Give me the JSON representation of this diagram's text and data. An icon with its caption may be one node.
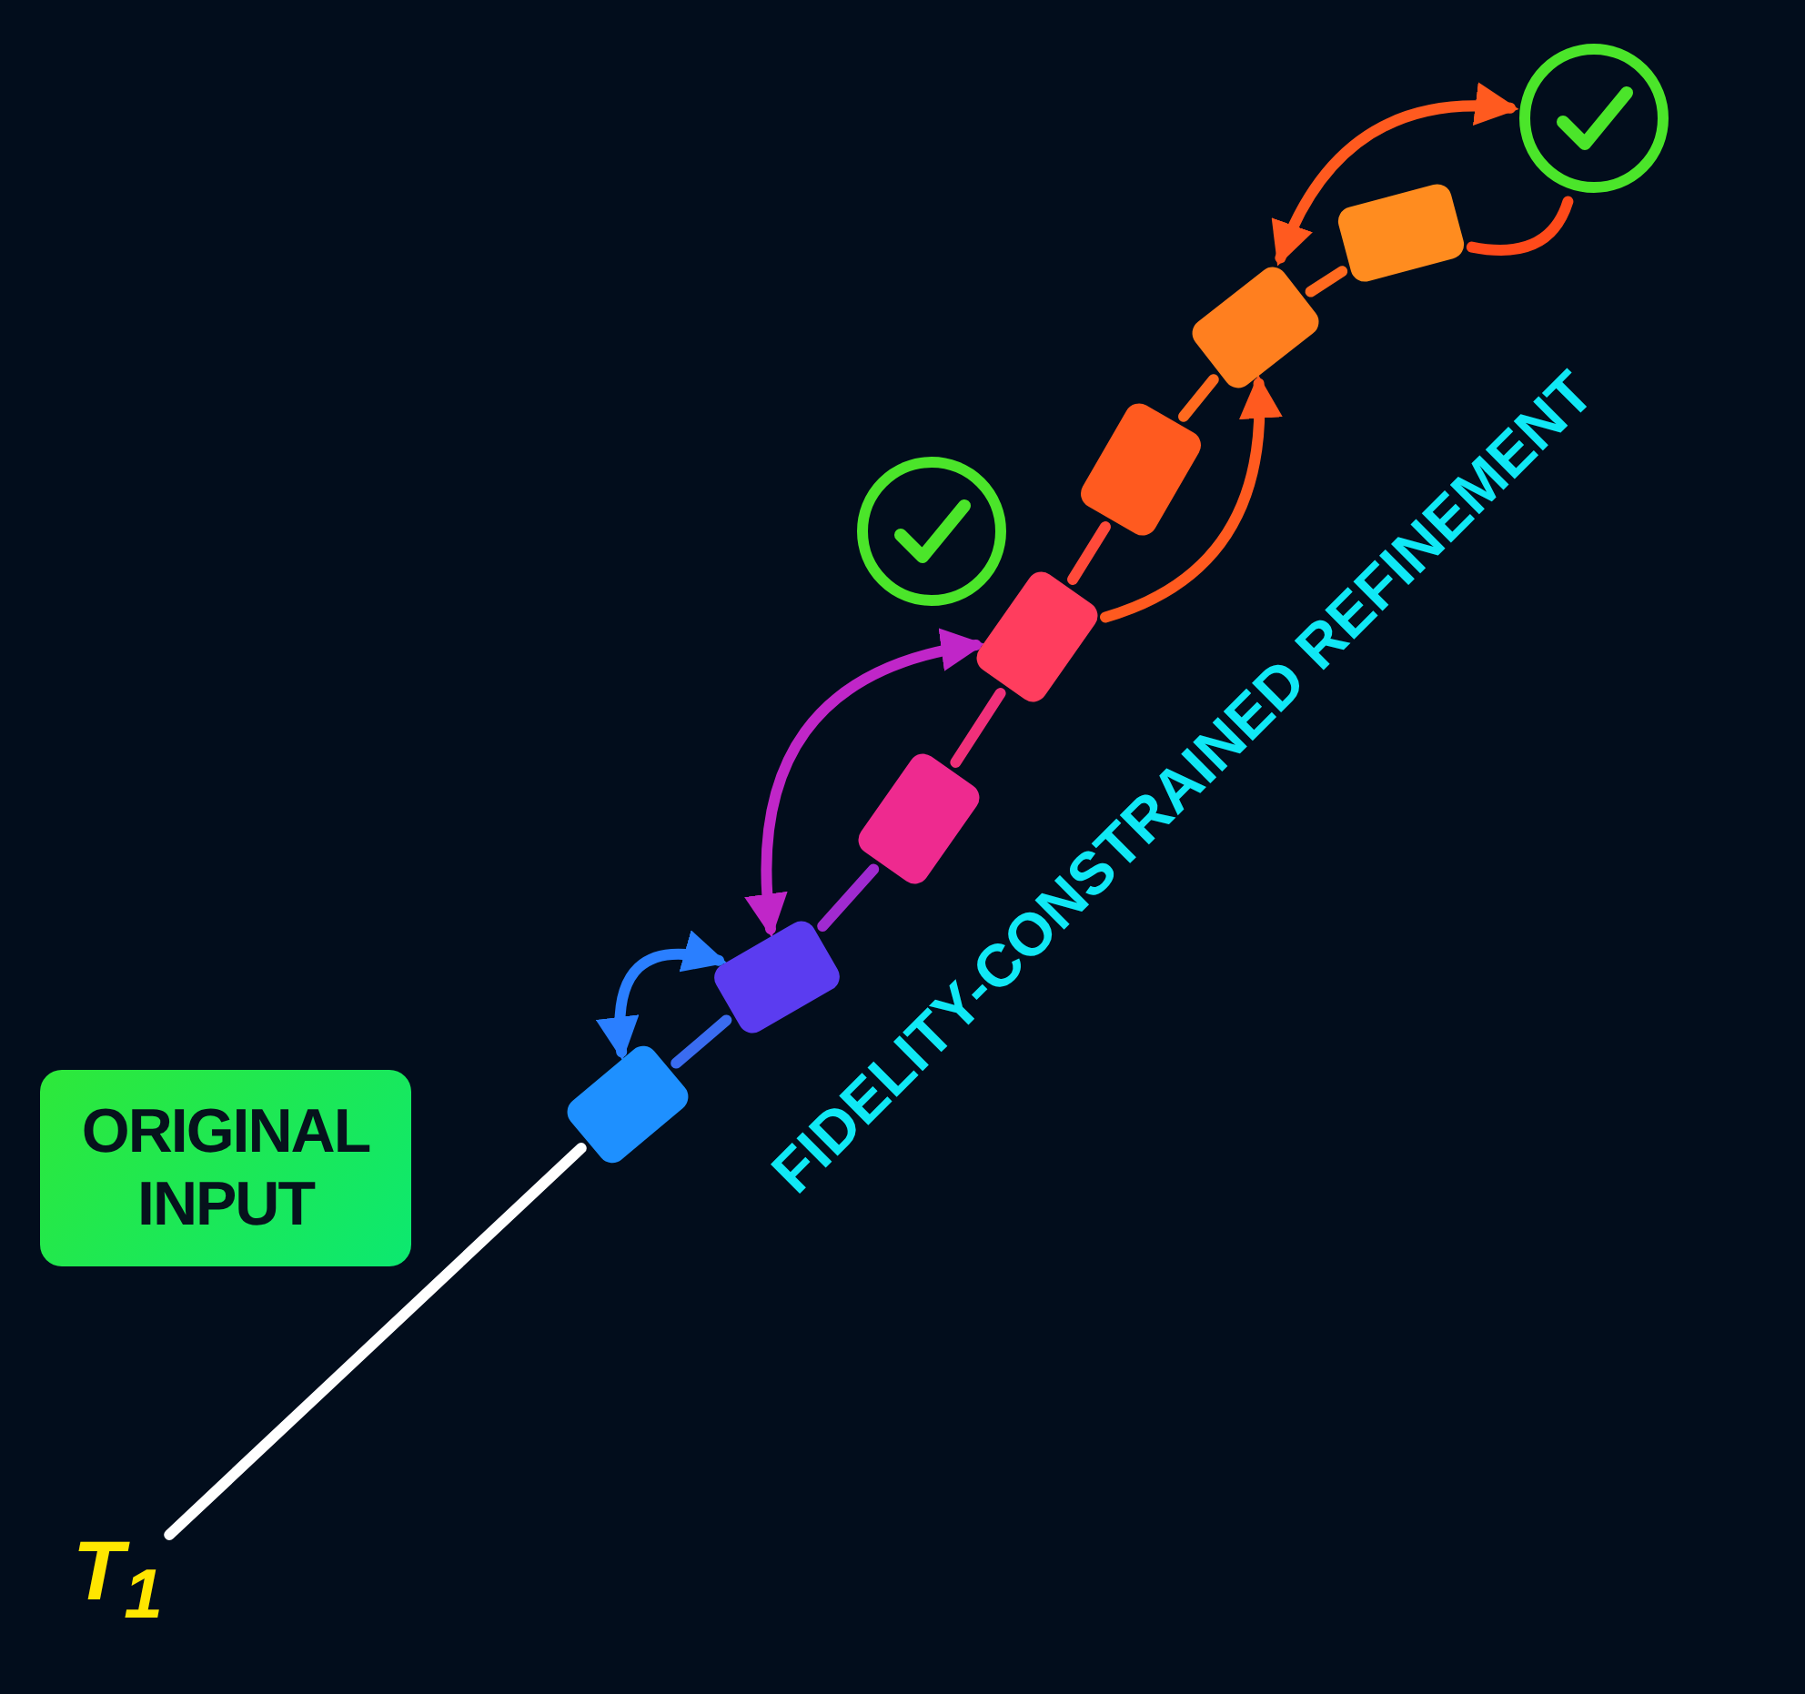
{
  "diagram": {
    "nodes": [
      {
        "text": [
          "ORIGINAL INPUT"
        ]
      },
      {
        "text": [
          "T$_{1}$"
        ]
      },
      {
        "text": [],
        "shape": "box"
      },
      {
        "text": [],
        "shape": "box"
      },
      {
        "text": [],
        "shape": "box"
      },
      {
        "text": [],
        "shape": "box"
      },
      {
        "text": [],
        "shape": "box"
      },
      {
        "text": [],
        "shape": "box"
      },
      {
        "text": [],
        "shape": "box"
      },
      {
        "text": [],
        "shape": "circle"
      },
      {
        "text": [],
        "shape": "circle"
      }
    ],
    "edges": [
      {
        "from": 1,
        "to": 2,
        "arrow": "none",
        "color": "#ffffff"
      },
      {
        "from": 2,
        "to": 3,
        "arrow": "none",
        "color": "#3a6cf0"
      },
      {
        "from": 3,
        "to": 4,
        "arrow": "none",
        "color": "#a02ad0"
      },
      {
        "from": 4,
        "to": 5,
        "arrow": "none",
        "color": "#f0307a"
      },
      {
        "from": 5,
        "to": 6,
        "arrow": "none",
        "color": "#ff4a3a"
      },
      {
        "from": 6,
        "to": 7,
        "arrow": "none",
        "color": "#ff6a1f"
      },
      {
        "from": 7,
        "to": 8,
        "arrow": "none",
        "color": "#ff6a1f"
      },
      {
        "from": 2,
        "to": 3,
        "arrow": "both",
        "color": "#2a7fff"
      },
      {
        "from": 3,
        "to": 5,
        "arrow": "both",
        "color": "#c026c8"
      },
      {
        "from": 5,
        "to": 7,
        "arrow": "to",
        "color": "#ff5a1f"
      },
      {
        "from": 7,
        "to": 10,
        "arrow": "both",
        "color": "#ff5a1f"
      },
      {
        "from": 8,
        "to": 10,
        "arrow": "none",
        "color": "#ff4a1a"
      }
    ],
    "labels": [
      "FIDELITY-CONSTRAINED REFINEMENT"
    ]
  }
}
